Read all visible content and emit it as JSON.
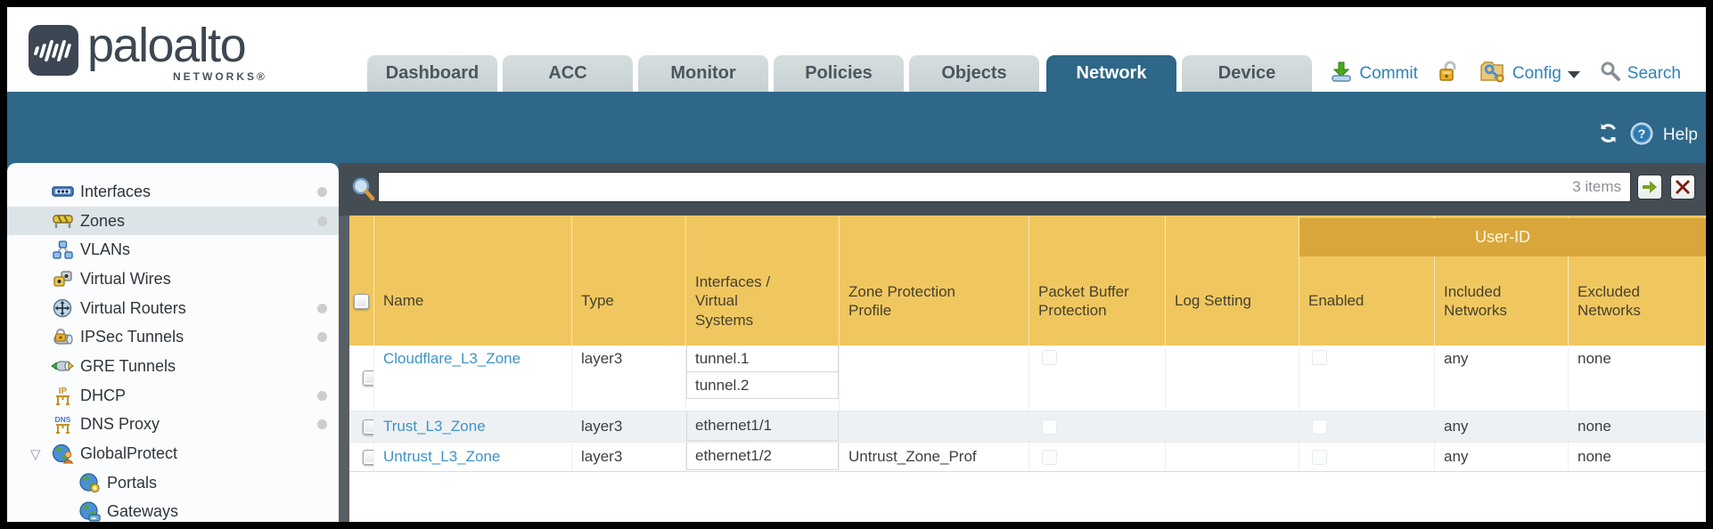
{
  "logo": {
    "brand": "paloalto",
    "sub": "NETWORKS®"
  },
  "tabs": [
    {
      "label": "Dashboard",
      "active": false
    },
    {
      "label": "ACC",
      "active": false
    },
    {
      "label": "Monitor",
      "active": false
    },
    {
      "label": "Policies",
      "active": false
    },
    {
      "label": "Objects",
      "active": false
    },
    {
      "label": "Network",
      "active": true
    },
    {
      "label": "Device",
      "active": false
    }
  ],
  "header_utils": {
    "commit_label": "Commit",
    "config_label": "Config",
    "search_label": "Search",
    "icons": [
      "commit-icon",
      "lock-icon",
      "config-icon",
      "caret-down-icon",
      "search-icon"
    ]
  },
  "band": {
    "help_label": "Help",
    "icons": [
      "refresh-icon",
      "help-icon"
    ]
  },
  "sidebar": {
    "items": [
      {
        "label": "Interfaces",
        "icon": "interfaces-icon",
        "selected": false,
        "dot": true,
        "child": false,
        "expander": false
      },
      {
        "label": "Zones",
        "icon": "zones-icon",
        "selected": true,
        "dot": true,
        "child": false,
        "expander": false
      },
      {
        "label": "VLANs",
        "icon": "vlans-icon",
        "selected": false,
        "dot": false,
        "child": false,
        "expander": false
      },
      {
        "label": "Virtual Wires",
        "icon": "virtual-wires-icon",
        "selected": false,
        "dot": false,
        "child": false,
        "expander": false
      },
      {
        "label": "Virtual Routers",
        "icon": "virtual-routers-icon",
        "selected": false,
        "dot": true,
        "child": false,
        "expander": false
      },
      {
        "label": "IPSec Tunnels",
        "icon": "ipsec-tunnels-icon",
        "selected": false,
        "dot": true,
        "child": false,
        "expander": false
      },
      {
        "label": "GRE Tunnels",
        "icon": "gre-tunnels-icon",
        "selected": false,
        "dot": false,
        "child": false,
        "expander": false
      },
      {
        "label": "DHCP",
        "icon": "dhcp-icon",
        "selected": false,
        "dot": true,
        "child": false,
        "expander": false
      },
      {
        "label": "DNS Proxy",
        "icon": "dns-proxy-icon",
        "selected": false,
        "dot": true,
        "child": false,
        "expander": false
      },
      {
        "label": "GlobalProtect",
        "icon": "globalprotect-icon",
        "selected": false,
        "dot": false,
        "child": false,
        "expander": true
      },
      {
        "label": "Portals",
        "icon": "portals-icon",
        "selected": false,
        "dot": false,
        "child": true,
        "expander": false
      },
      {
        "label": "Gateways",
        "icon": "gateways-icon",
        "selected": false,
        "dot": false,
        "child": true,
        "expander": false
      }
    ]
  },
  "toolbar": {
    "filter_value": "",
    "items_count": "3 items",
    "icons": [
      "search-icon",
      "apply-filter-icon",
      "clear-filter-icon"
    ]
  },
  "table": {
    "group_header": "User-ID",
    "columns": [
      {
        "id": "select",
        "label": ""
      },
      {
        "id": "name",
        "label": "Name"
      },
      {
        "id": "type",
        "label": "Type"
      },
      {
        "id": "interfaces",
        "label": "Interfaces /\nVirtual\nSystems"
      },
      {
        "id": "zone_protection_profile",
        "label": "Zone Protection\nProfile"
      },
      {
        "id": "packet_buffer_protection",
        "label": "Packet Buffer\nProtection"
      },
      {
        "id": "log_setting",
        "label": "Log Setting"
      },
      {
        "id": "enabled",
        "label": "Enabled"
      },
      {
        "id": "included_networks",
        "label": "Included\nNetworks"
      },
      {
        "id": "excluded_networks",
        "label": "Excluded\nNetworks"
      }
    ],
    "rows": [
      {
        "selected": false,
        "name": "Cloudflare_L3_Zone",
        "type": "layer3",
        "interfaces": [
          "tunnel.1",
          "tunnel.2"
        ],
        "zone_protection_profile": "",
        "packet_buffer_protection": false,
        "log_setting": "",
        "enabled": false,
        "included_networks": "any",
        "excluded_networks": "none"
      },
      {
        "selected": false,
        "name": "Trust_L3_Zone",
        "type": "layer3",
        "interfaces": [
          "ethernet1/1"
        ],
        "zone_protection_profile": "",
        "packet_buffer_protection": false,
        "log_setting": "",
        "enabled": false,
        "included_networks": "any",
        "excluded_networks": "none"
      },
      {
        "selected": false,
        "name": "Untrust_L3_Zone",
        "type": "layer3",
        "interfaces": [
          "ethernet1/2"
        ],
        "zone_protection_profile": "Untrust_Zone_Prof",
        "packet_buffer_protection": false,
        "log_setting": "",
        "enabled": false,
        "included_networks": "any",
        "excluded_networks": "none"
      }
    ]
  },
  "theme": {
    "teal_band": "#2e6787",
    "active_tab": "#2e6787",
    "inactive_tab": "#ccd5d7",
    "header_orange": "#f0c75f",
    "group_orange": "#d9a63b",
    "toolbar_dark": "#454d54",
    "link_blue": "#3e93c4",
    "util_blue": "#2d83ba",
    "alt_row": "#eef1f4",
    "selected_side_item": "#dce4e8"
  }
}
